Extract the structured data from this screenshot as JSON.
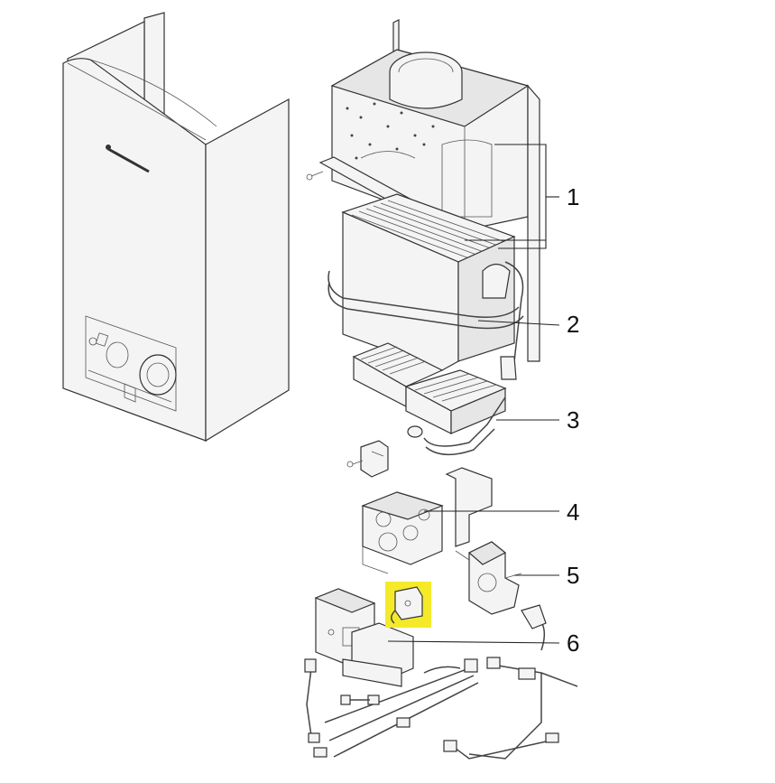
{
  "diagram": {
    "callouts": [
      {
        "id": "1",
        "label": "1"
      },
      {
        "id": "2",
        "label": "2"
      },
      {
        "id": "3",
        "label": "3"
      },
      {
        "id": "4",
        "label": "4"
      },
      {
        "id": "5",
        "label": "5"
      },
      {
        "id": "6",
        "label": "6"
      }
    ],
    "highlight_color": "#f5ea2a"
  }
}
